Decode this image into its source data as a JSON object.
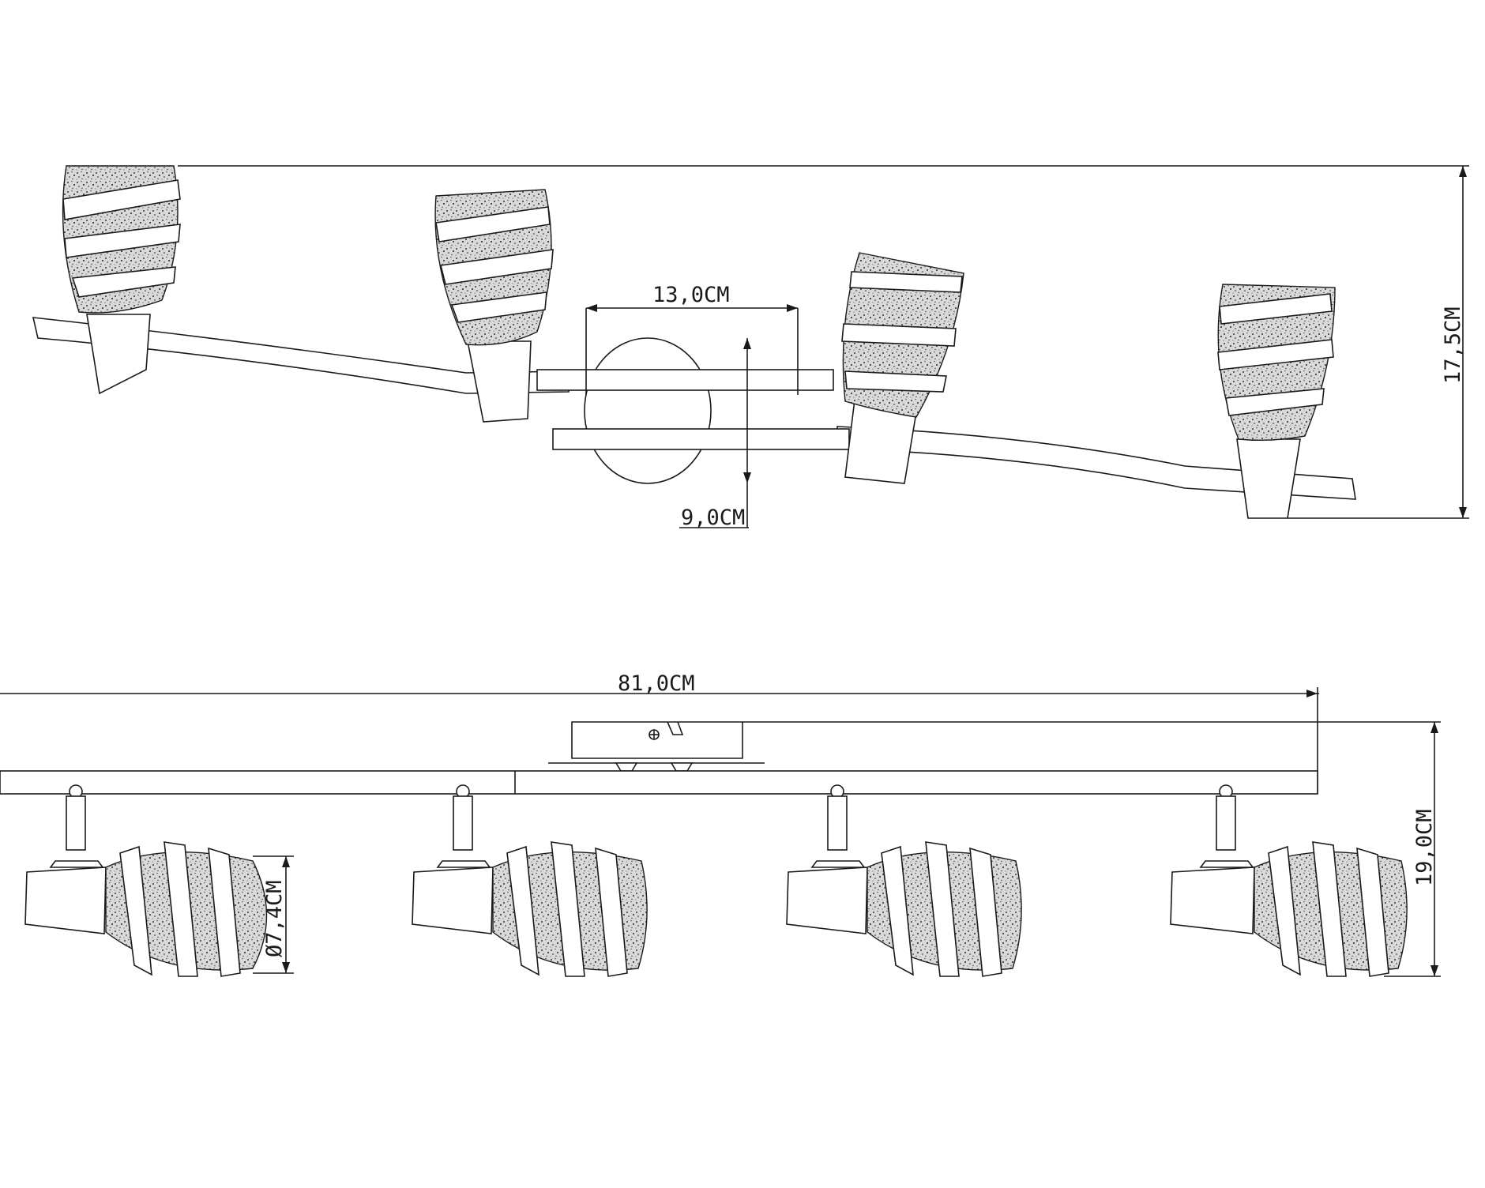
{
  "dimensions": {
    "width_13": "13,0CM",
    "height_9": "9,0CM",
    "height_17_5": "17,5CM",
    "length_81": "81,0CM",
    "height_19": "19,0CM",
    "diameter_7_4": "Ø7,4CM"
  }
}
